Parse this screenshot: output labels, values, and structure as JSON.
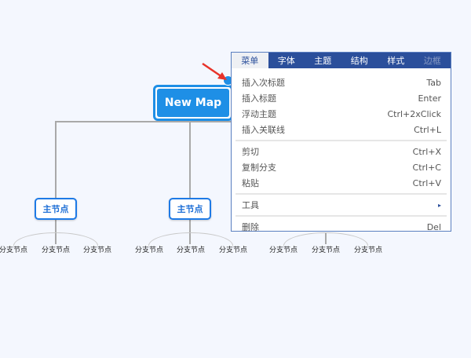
{
  "root": {
    "label": "New Map"
  },
  "main_nodes": [
    {
      "label": "主节点"
    },
    {
      "label": "主节点"
    }
  ],
  "branches": [
    "分支节点",
    "分支节点",
    "分支节点",
    "分支节点",
    "分支节点",
    "分支节点",
    "分支节点",
    "分支节点",
    "分支节点"
  ],
  "menu": {
    "tabs": [
      {
        "label": "菜单"
      },
      {
        "label": "字体"
      },
      {
        "label": "主题"
      },
      {
        "label": "结构"
      },
      {
        "label": "样式"
      },
      {
        "label": "边框"
      }
    ],
    "groups": [
      [
        {
          "label": "插入次标题",
          "shortcut": "Tab"
        },
        {
          "label": "插入标题",
          "shortcut": "Enter"
        },
        {
          "label": "浮动主题",
          "shortcut": "Ctrl+2xClick"
        },
        {
          "label": "插入关联线",
          "shortcut": "Ctrl+L"
        }
      ],
      [
        {
          "label": "剪切",
          "shortcut": "Ctrl+X"
        },
        {
          "label": "复制分支",
          "shortcut": "Ctrl+C"
        },
        {
          "label": "粘贴",
          "shortcut": "Ctrl+V"
        }
      ],
      [
        {
          "label": "工具",
          "shortcut": "▸"
        }
      ],
      [
        {
          "label": "删除",
          "shortcut": "Del"
        }
      ]
    ]
  },
  "colors": {
    "accent": "#1e8fe6",
    "menu_tab_bar": "#2b4f9b",
    "arrow": "#e8332a"
  }
}
